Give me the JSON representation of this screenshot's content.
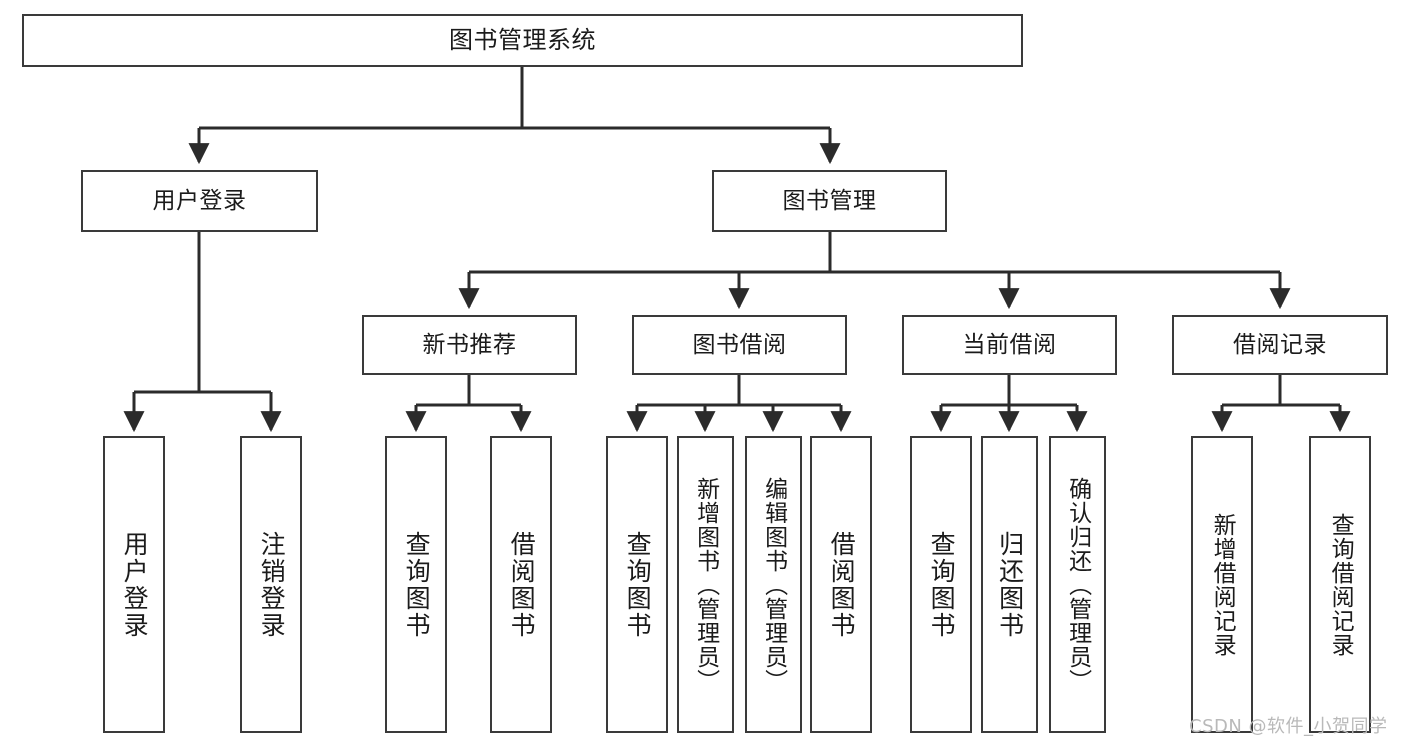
{
  "diagram": {
    "title": "图书管理系统",
    "type": "tree-hierarchy-chart",
    "watermark": "CSDN @软件_小贺同学",
    "colors": {
      "box_border": "#3a3a3a",
      "box_fill": "#ffffff",
      "connector": "#2b2b2b",
      "text": "#1b1b1b",
      "watermark": "#b9b9b9",
      "background": "#ffffff"
    },
    "nodes": {
      "root": {
        "label": "图书管理系统"
      },
      "level2": [
        {
          "id": "user-login",
          "label": "用户登录"
        },
        {
          "id": "book-management",
          "label": "图书管理"
        }
      ],
      "level3": [
        {
          "id": "new-book-recommend",
          "label": "新书推荐"
        },
        {
          "id": "book-borrow",
          "label": "图书借阅"
        },
        {
          "id": "current-borrow",
          "label": "当前借阅"
        },
        {
          "id": "borrow-record",
          "label": "借阅记录"
        }
      ],
      "leaves": {
        "user-login": [
          {
            "id": "leaf-user-login",
            "label": "用户登录"
          },
          {
            "id": "leaf-logout-login",
            "label": "注销登录"
          }
        ],
        "new-book-recommend": [
          {
            "id": "leaf-query-book-1",
            "label": "查询图书"
          },
          {
            "id": "leaf-borrow-book-1",
            "label": "借阅图书"
          }
        ],
        "book-borrow": [
          {
            "id": "leaf-query-book-2",
            "label": "查询图书"
          },
          {
            "id": "leaf-add-book-admin",
            "label": "新增图书（管理员）"
          },
          {
            "id": "leaf-edit-book-admin",
            "label": "编辑图书（管理员）"
          },
          {
            "id": "leaf-borrow-book-2",
            "label": "借阅图书"
          }
        ],
        "current-borrow": [
          {
            "id": "leaf-query-book-3",
            "label": "查询图书"
          },
          {
            "id": "leaf-return-book",
            "label": "归还图书"
          },
          {
            "id": "leaf-confirm-return-admin",
            "label": "确认归还（管理员）"
          }
        ],
        "borrow-record": [
          {
            "id": "leaf-add-borrow-record",
            "label": "新增借阅记录"
          },
          {
            "id": "leaf-query-borrow-record",
            "label": "查询借阅记录"
          }
        ]
      }
    }
  }
}
